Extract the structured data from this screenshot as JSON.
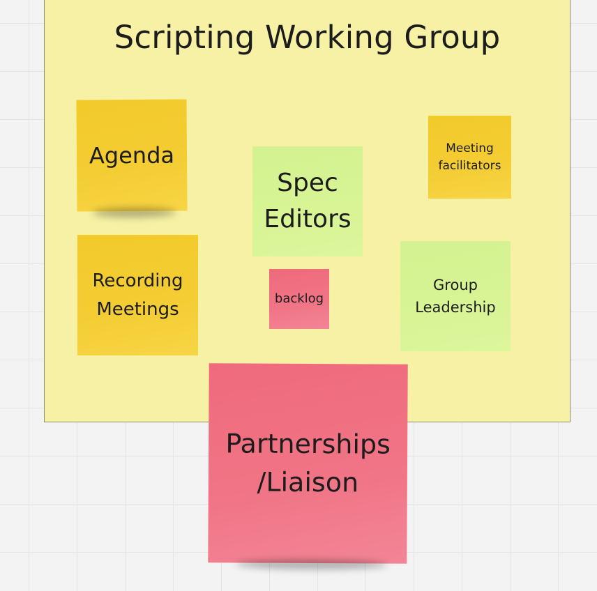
{
  "board": {
    "frame_title": "Scripting Working Group",
    "frame_color": "#f6f1a4"
  },
  "sticky_notes": [
    {
      "id": "agenda",
      "text": "Agenda",
      "color": "yellow"
    },
    {
      "id": "recording",
      "text": "Recording Meetings",
      "color": "yellow"
    },
    {
      "id": "spec",
      "text": "Spec Editors",
      "color": "green"
    },
    {
      "id": "backlog",
      "text": "backlog",
      "color": "pink"
    },
    {
      "id": "facilitators",
      "text": "Meeting facilitators",
      "color": "yellow"
    },
    {
      "id": "leadership",
      "text": "Group Leadership",
      "color": "green"
    },
    {
      "id": "partnerships",
      "text": "Partnerships /Liaison",
      "color": "pink"
    }
  ],
  "colors": {
    "yellow": "#f4cd34",
    "green": "#d8f495",
    "pink": "#f07586",
    "canvas": "#f3f3f3"
  }
}
